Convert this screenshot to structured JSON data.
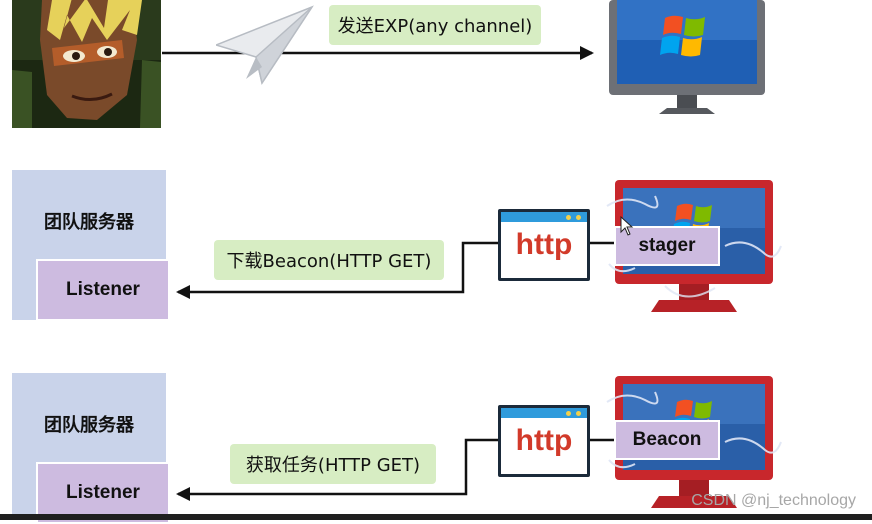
{
  "row1": {
    "label": "发送EXP(any channel)"
  },
  "row2": {
    "server_title": "团队服务器",
    "listener": "Listener",
    "label": "下载Beacon(HTTP GET)",
    "http": "http",
    "tag": "stager"
  },
  "row3": {
    "server_title": "团队服务器",
    "listener": "Listener",
    "label": "获取任务(HTTP GET)",
    "http": "http",
    "tag": "Beacon"
  },
  "watermark": "CSDN @nj_technology",
  "icons": {
    "attacker": "hacker-avatar",
    "exploit": "paper-plane-icon",
    "target": "windows-monitor-icon",
    "infected": "infected-monitor-icon"
  },
  "colors": {
    "server_bg": "#c9d3ea",
    "listener_bg": "#cdbbe0",
    "label_bg": "#d7edc3",
    "http_text": "#d23a2a",
    "infected_monitor": "#c8272c"
  }
}
